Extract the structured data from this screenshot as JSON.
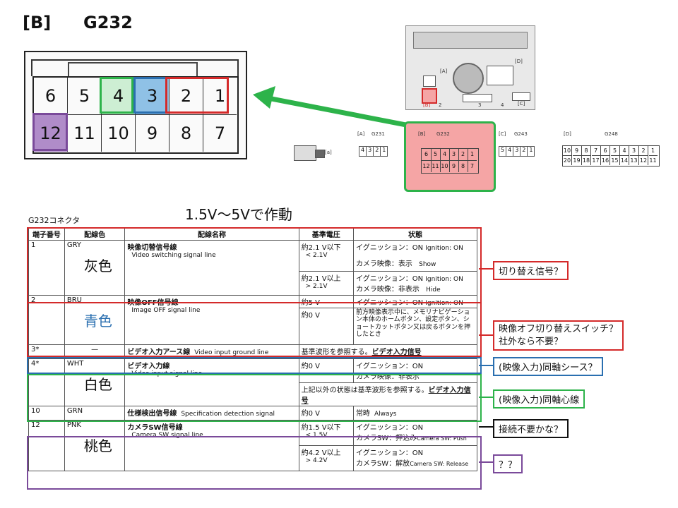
{
  "header": {
    "bracket_label": "[B]",
    "connector_name": "G232"
  },
  "connector": {
    "top_row": [
      "6",
      "5",
      "4",
      "3",
      "2",
      "1"
    ],
    "bottom_row": [
      "12",
      "11",
      "10",
      "9",
      "8",
      "7"
    ]
  },
  "device_labels": {
    "A": "[A]",
    "B": "[B]",
    "C": "[C]",
    "D": "[D]",
    "n2": "2",
    "n3": "3",
    "n4": "4"
  },
  "diagram": {
    "plug_label": "[a]",
    "A": {
      "tag": "[A]",
      "name": "G231",
      "pins": [
        "4",
        "3",
        "2",
        "1"
      ]
    },
    "B": {
      "tag": "[B]",
      "name": "G232",
      "top": [
        "6",
        "5",
        "4",
        "3",
        "2",
        "1"
      ],
      "bottom": [
        "12",
        "11",
        "10",
        "9",
        "8",
        "7"
      ]
    },
    "C": {
      "tag": "[C]",
      "name": "G243",
      "pins": [
        "5",
        "4",
        "3",
        "2",
        "1"
      ]
    },
    "D": {
      "tag": "[D]",
      "name": "G248",
      "top": [
        "10",
        "9",
        "8",
        "7",
        "6",
        "5",
        "4",
        "3",
        "2",
        "1"
      ],
      "bottom": [
        "20",
        "19",
        "18",
        "17",
        "16",
        "15",
        "14",
        "13",
        "12",
        "11"
      ]
    }
  },
  "heading": "1.5V～5Vで作動",
  "table_label": "G232コネクタ",
  "table": {
    "headers": [
      "端子番号",
      "配線色",
      "配線名称",
      "基準電圧",
      "状態"
    ],
    "r1": {
      "pin": "1",
      "wire": "GRY",
      "jp_color": "灰色",
      "name": "映像切替信号線",
      "name_en": "Video switching signal line",
      "v1": "約2.1 V以下",
      "v1_en": "< 2.1V",
      "s1a": "イグニッション：ON",
      "s1a_en": "Ignition: ON",
      "s1b": "カメラ映像：表示",
      "s1b_en": "Show",
      "v2": "約2.1 V以上",
      "v2_en": "> 2.1V",
      "s2a": "イグニッション：ON",
      "s2a_en": "Ignition: ON",
      "s2b": "カメラ映像：非表示",
      "s2b_en": "Hide"
    },
    "r2": {
      "pin": "2",
      "wire": "BRU",
      "jp_color": "青色",
      "name": "映像OFF信号線",
      "name_en": "Image OFF signal line",
      "v1": "約5 V",
      "s1": "イグニッション：ON",
      "s1_en": "Ignition: ON",
      "v2": "約0 V",
      "s2": "前方映像表示中に、メモリナビゲーション本体のホームボタン、設定ボタン、ショートカットボタン又は戻るボタンを押したとき"
    },
    "r3": {
      "pin": "3*",
      "wire": "—",
      "name": "ビデオ入力アース線",
      "name_en": "Video input ground line",
      "desc": "基準波形を参照する。",
      "link": "ビデオ入力信号"
    },
    "r4": {
      "pin": "4*",
      "wire": "WHT",
      "jp_color": "白色",
      "name": "ビデオ入力線",
      "name_en": "Video input signal line",
      "v1": "約0 V",
      "s1a": "イグニッション：ON",
      "s1b": "カメラ映像：非表示",
      "desc": "上記以外の状態は基準波形を参照する。",
      "link": "ビデオ入力信号"
    },
    "r10": {
      "pin": "10",
      "wire": "GRN",
      "name": "仕様検出信号線",
      "name_en": "Specification detection signal",
      "v": "約0 V",
      "s": "常時",
      "s_en": "Always"
    },
    "r12": {
      "pin": "12",
      "wire": "PNK",
      "jp_color": "桃色",
      "name": "カメラSW信号線",
      "name_en": "Camera SW signal line",
      "v1": "約1.5 V以下",
      "v1_en": "< 1.5V",
      "s1a": "イグニッション：ON",
      "s1b": "カメラSW：押込み",
      "s1b_en": "Camera SW: Push",
      "v2": "約4.2 V以上",
      "v2_en": "> 4.2V",
      "s2a": "イグニッション：ON",
      "s2b": "カメラSW：解放",
      "s2b_en": "Camera SW: Release"
    }
  },
  "notes": {
    "n1": "切り替え信号？",
    "n2a": "映像オフ切り替えスイッチ？",
    "n2b": "社外なら不要？",
    "n3": "(映像入力)同軸シース？",
    "n4": "(映像入力)同軸心線",
    "n10": "接続不要かな？",
    "n12": "？？"
  },
  "colors": {
    "red": "#d42a2a",
    "green": "#2db34a",
    "blue": "#2a6fb0",
    "purple": "#7a4a9a",
    "black": "#111111",
    "green_fill": "#cdeed3",
    "blue_fill": "#8fc1e6",
    "purple_fill": "#b08cc9"
  }
}
